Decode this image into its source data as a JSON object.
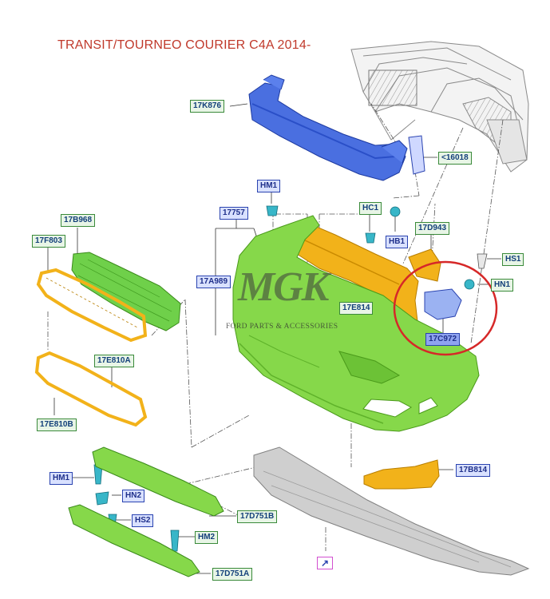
{
  "title": "TRANSIT/TOURNEO COURIER C4A 2014-",
  "watermark": {
    "mark": "MGK",
    "subtitle": "FORD PARTS & ACCESSORIES"
  },
  "labels": {
    "17K876": "17K876",
    "16018": "<16018",
    "HM1_top": "HM1",
    "HC1": "HC1",
    "HB1": "HB1",
    "17D943": "17D943",
    "17757": "17757",
    "17B968": "17B968",
    "17F803": "17F803",
    "17A989": "17A989",
    "17E814": "17E814",
    "HS1": "HS1",
    "HN1": "HN1",
    "17C972": "17C972",
    "17E810A": "17E810A",
    "17E810B": "17E810B",
    "17B814": "17B814",
    "HM1_bottom": "HM1",
    "HN2": "HN2",
    "HS2": "HS2",
    "17D751B": "17D751B",
    "HM2": "HM2",
    "17D751A": "17D751A"
  },
  "icons": {
    "reference_arrow": "↗"
  },
  "colors": {
    "title": "#c0392b",
    "bumper": "#7fd43a",
    "reinforcement_beam": "#4a6fe0",
    "brackets": "#f2b21a",
    "under_shield": "#c8c8c8",
    "highlight_circle": "#d62828"
  }
}
